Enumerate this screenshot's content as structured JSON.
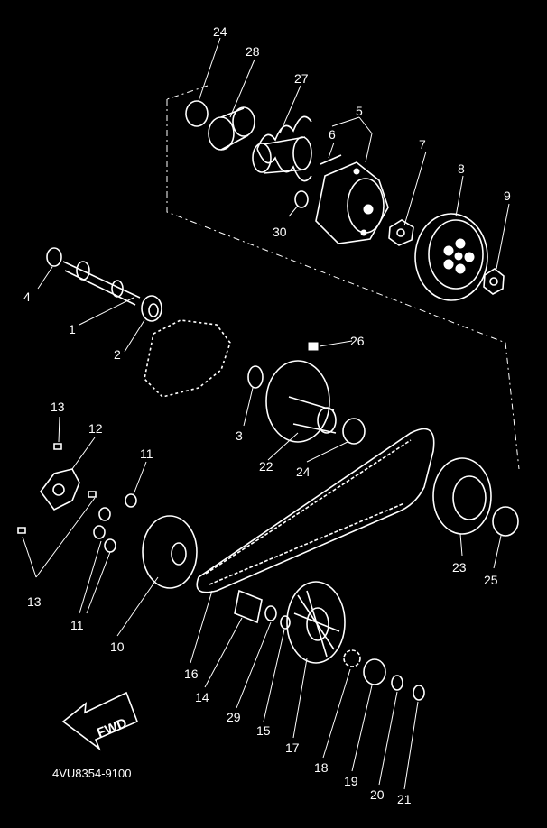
{
  "diagram": {
    "code": "4VU8354-9100",
    "fwd_label": "FWD",
    "labels": [
      "1",
      "2",
      "3",
      "4",
      "5",
      "6",
      "7",
      "8",
      "9",
      "10",
      "11",
      "12",
      "13",
      "14",
      "15",
      "16",
      "17",
      "18",
      "19",
      "20",
      "21",
      "22",
      "23",
      "24",
      "25",
      "26",
      "27",
      "28",
      "29",
      "30"
    ]
  }
}
